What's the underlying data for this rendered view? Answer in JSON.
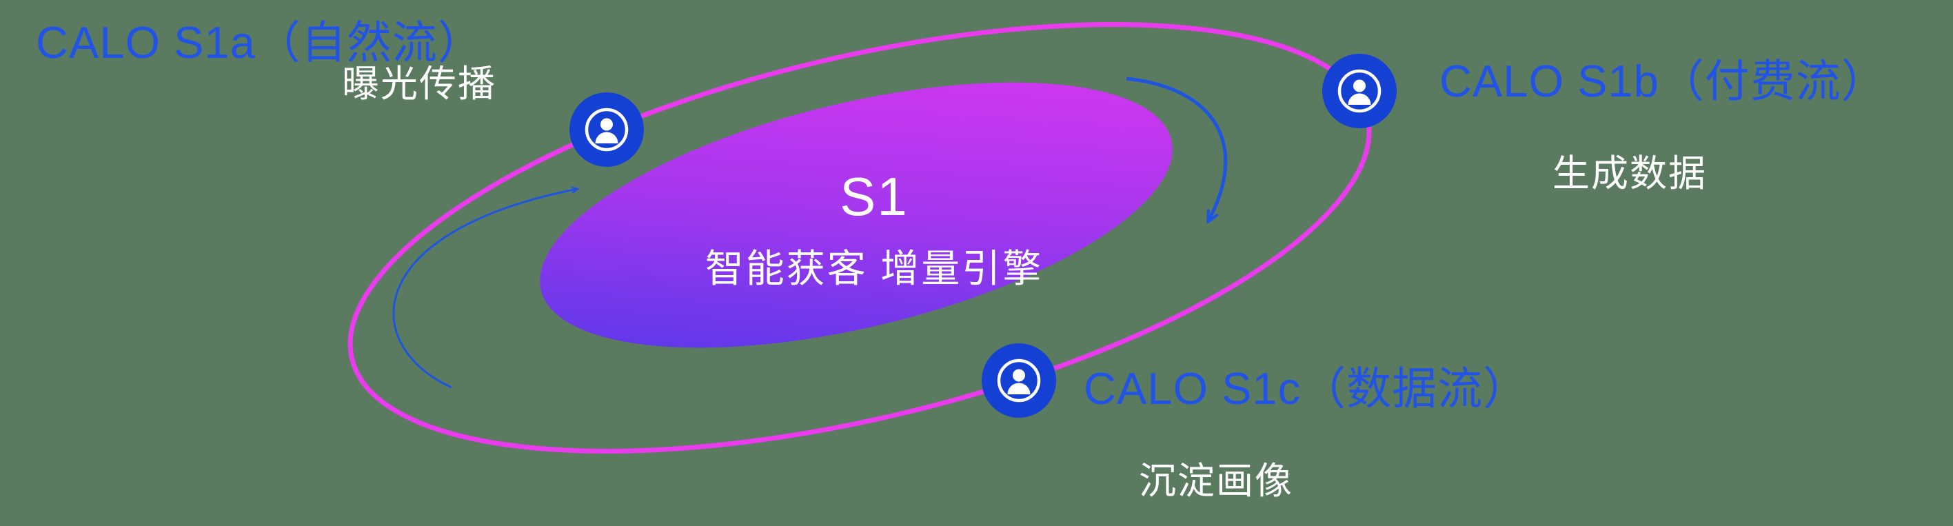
{
  "center": {
    "title": "S1",
    "subtitle": "智能获客  增量引擎"
  },
  "nodes": [
    {
      "id": "s1a",
      "title": "CALO S1a（自然流）",
      "subtitle": "曝光传播",
      "icon": "user-circle-icon"
    },
    {
      "id": "s1b",
      "title": "CALO S1b（付费流）",
      "subtitle": "生成数据",
      "icon": "user-circle-icon"
    },
    {
      "id": "s1c",
      "title": "CALO S1c（数据流）",
      "subtitle": "沉淀画像",
      "icon": "user-circle-icon"
    }
  ],
  "colors": {
    "background_green": "#5b7b61",
    "title_blue": "#2153e6",
    "node_blue": "#1440d4",
    "orbit_magenta": "#ea3cee",
    "gradient_start": "#4838e8",
    "gradient_mid": "#a637ee",
    "gradient_end": "#d837f0",
    "arrow_blue": "#1d55e0",
    "text_white": "#ffffff"
  }
}
